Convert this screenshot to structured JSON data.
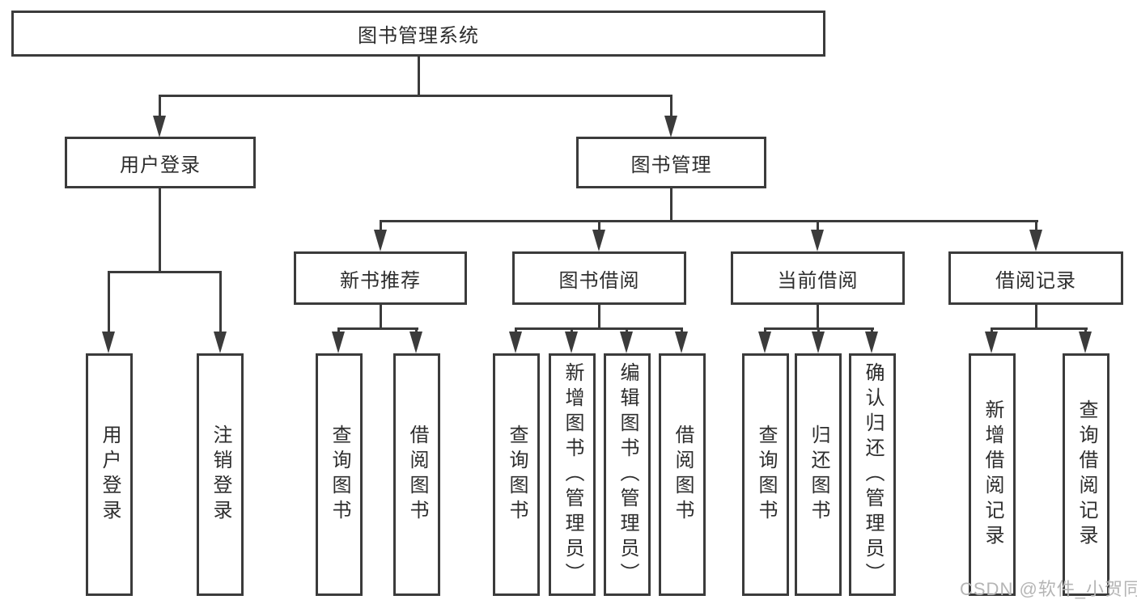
{
  "colors": {
    "line": "#3b3b3b",
    "text": "#2d2d2d",
    "box-bg": "#ffffff",
    "watermark": "#b5b5b5"
  },
  "tree": {
    "root": "图书管理系统",
    "branches": [
      {
        "label": "用户登录",
        "children": [
          "用户登录",
          "注销登录"
        ]
      },
      {
        "label": "图书管理",
        "sections": [
          {
            "label": "新书推荐",
            "children": [
              "查询图书",
              "借阅图书"
            ]
          },
          {
            "label": "图书借阅",
            "children": [
              "查询图书",
              "新增图书（管理员）",
              "编辑图书（管理员）",
              "借阅图书"
            ]
          },
          {
            "label": "当前借阅",
            "children": [
              "查询图书",
              "归还图书",
              "确认归还（管理员）"
            ]
          },
          {
            "label": "借阅记录",
            "children": [
              "新增借阅记录",
              "查询借阅记录"
            ]
          }
        ]
      }
    ]
  },
  "watermark": "CSDN @软件_小贺同学"
}
